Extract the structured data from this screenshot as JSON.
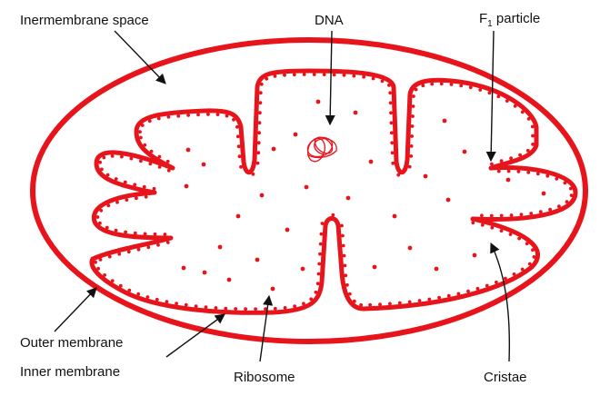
{
  "labels": {
    "intermembrane": "Inermembrane space",
    "dna": "DNA",
    "f1_main": "F",
    "f1_sub": "1",
    "f1_rest": " particle",
    "outer": "Outer membrane",
    "inner": "Inner membrane",
    "ribosome": "Ribosome",
    "cristae": "Cristae"
  },
  "colors": {
    "membrane": "#e8141c",
    "label": "#111111"
  }
}
